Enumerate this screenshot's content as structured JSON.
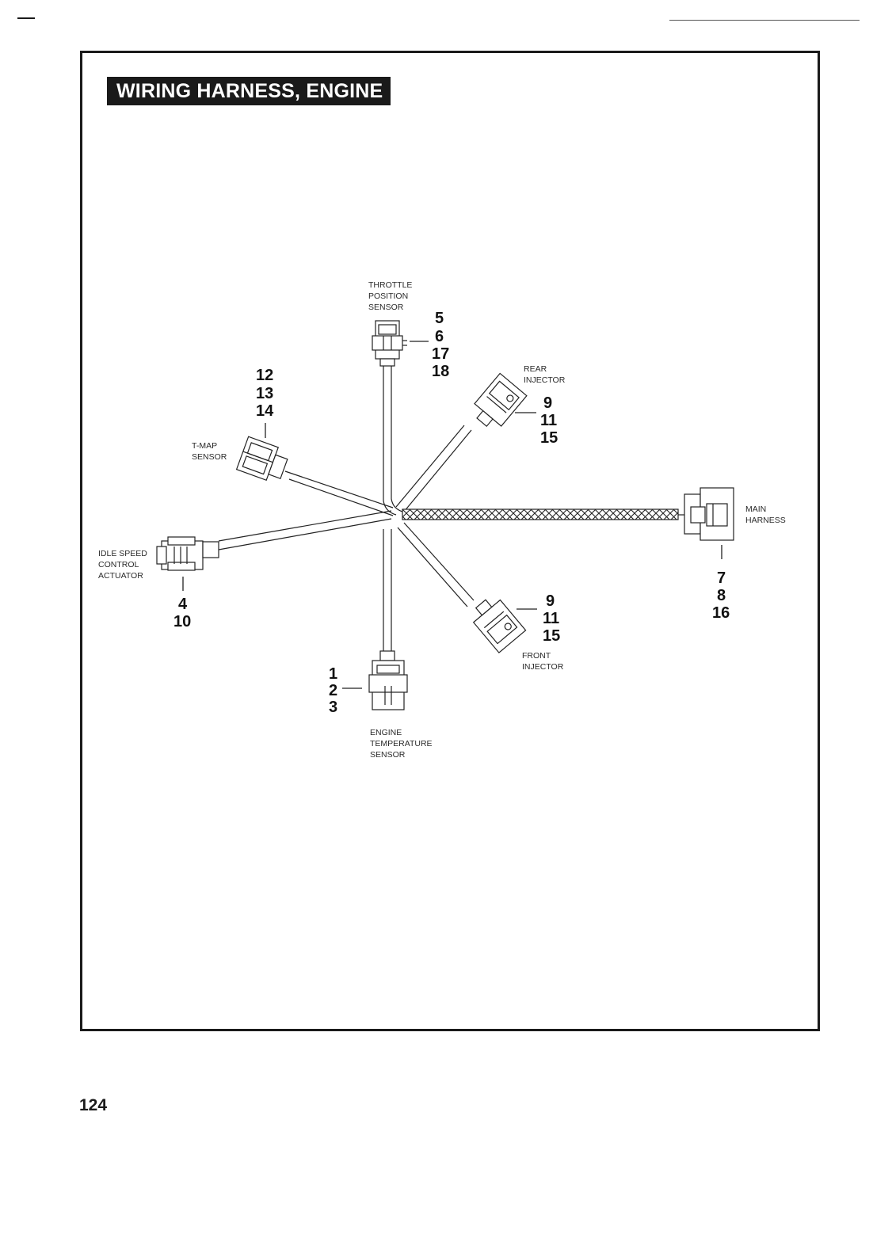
{
  "title": "WIRING HARNESS, ENGINE",
  "page_number": "124",
  "components": {
    "throttle": {
      "label": [
        "THROTTLE",
        "POSITION",
        "SENSOR"
      ],
      "parts": [
        "5",
        "6",
        "17",
        "18"
      ]
    },
    "rear_injector": {
      "label": [
        "REAR",
        "INJECTOR"
      ],
      "parts": [
        "9",
        "11",
        "15"
      ]
    },
    "tmap": {
      "label": [
        "T-MAP",
        "SENSOR"
      ],
      "parts": [
        "12",
        "13",
        "14"
      ]
    },
    "main_harness": {
      "label": [
        "MAIN",
        "HARNESS"
      ],
      "parts": [
        "7",
        "8",
        "16"
      ]
    },
    "idle": {
      "label": [
        "IDLE SPEED",
        "CONTROL",
        "ACTUATOR"
      ],
      "parts": [
        "4",
        "10"
      ]
    },
    "front_injector": {
      "label": [
        "FRONT",
        "INJECTOR"
      ],
      "parts": [
        "9",
        "11",
        "15"
      ]
    },
    "engine_temp": {
      "label": [
        "ENGINE",
        "TEMPERATURE",
        "SENSOR"
      ],
      "parts": [
        "1",
        "2",
        "3"
      ]
    }
  }
}
